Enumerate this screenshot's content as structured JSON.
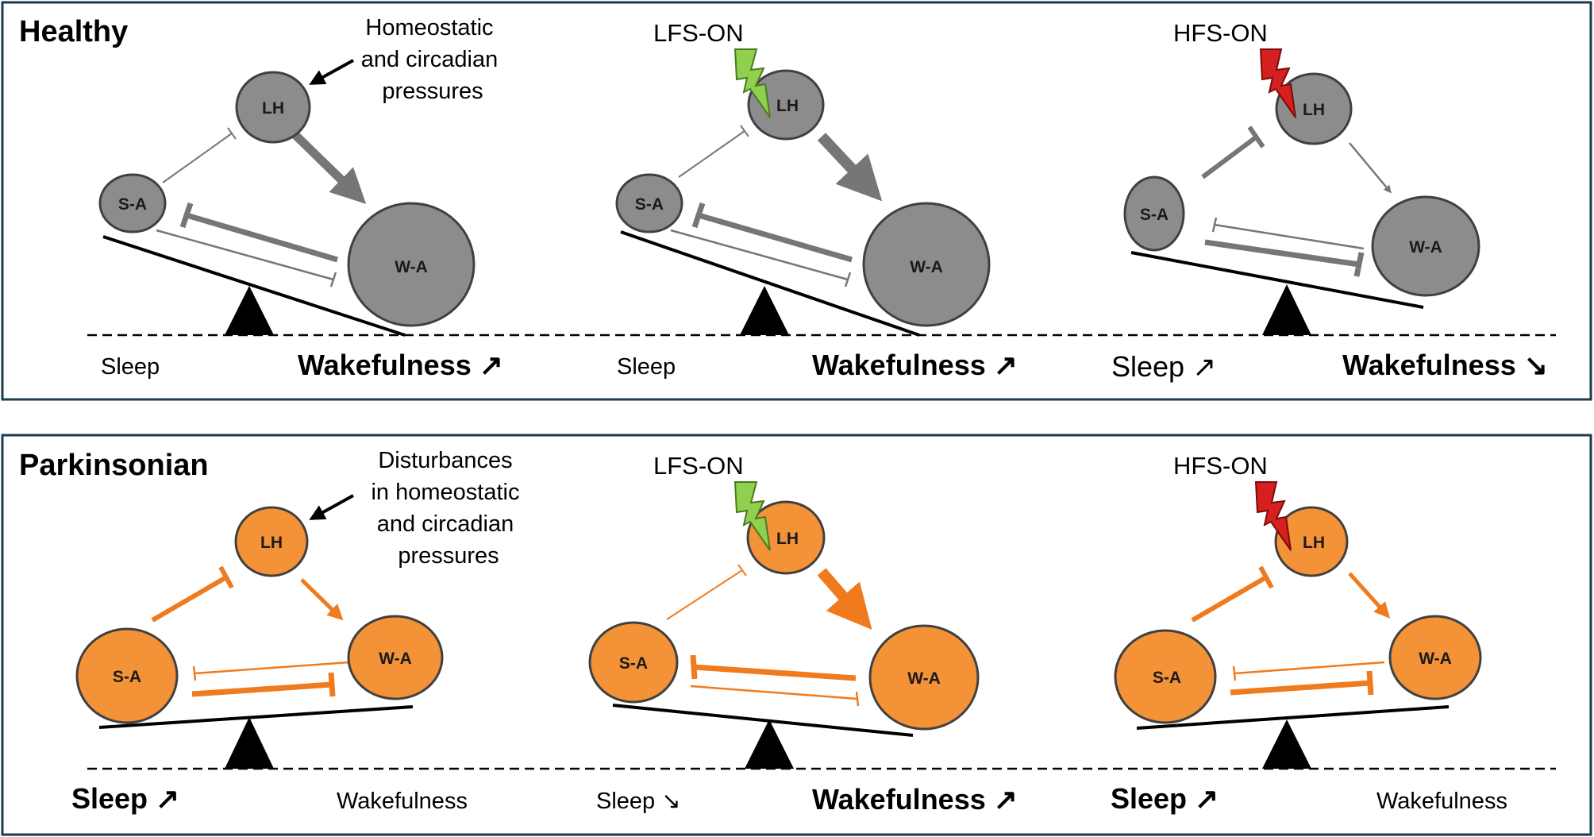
{
  "panels": [
    {
      "title": "Healthy",
      "scenarios": [
        {
          "stimulation": "",
          "annotation": [
            "Homeostatic",
            "and circadian",
            "pressures"
          ],
          "node_labels": {
            "lh": "LH",
            "sa": "S-A",
            "wa": "W-A"
          },
          "sleep_label": "Sleep",
          "wake_label": "Wakefulness ↗"
        },
        {
          "stimulation": "LFS-ON",
          "annotation": [],
          "node_labels": {
            "lh": "LH",
            "sa": "S-A",
            "wa": "W-A"
          },
          "sleep_label": "Sleep",
          "wake_label": "Wakefulness ↗"
        },
        {
          "stimulation": "HFS-ON",
          "annotation": [],
          "node_labels": {
            "lh": "LH",
            "sa": "S-A",
            "wa": "W-A"
          },
          "sleep_label": "Sleep ↗",
          "wake_label": "Wakefulness ↘"
        }
      ]
    },
    {
      "title": "Parkinsonian",
      "scenarios": [
        {
          "stimulation": "",
          "annotation": [
            "Disturbances",
            "in homeostatic",
            "and circadian",
            "pressures"
          ],
          "node_labels": {
            "lh": "LH",
            "sa": "S-A",
            "wa": "W-A"
          },
          "sleep_label": "Sleep ↗",
          "wake_label": "Wakefulness"
        },
        {
          "stimulation": "LFS-ON",
          "annotation": [],
          "node_labels": {
            "lh": "LH",
            "sa": "S-A",
            "wa": "W-A"
          },
          "sleep_label": "Sleep ↘",
          "wake_label": "Wakefulness ↗"
        },
        {
          "stimulation": "HFS-ON",
          "annotation": [],
          "node_labels": {
            "lh": "LH",
            "sa": "S-A",
            "wa": "W-A"
          },
          "sleep_label": "Sleep ↗",
          "wake_label": "Wakefulness"
        }
      ]
    }
  ],
  "colors": {
    "healthy_node": "#8c8c8c",
    "healthy_link": "#767676",
    "parkinsonian_node": "#f39237",
    "parkinsonian_link": "#f07b1e",
    "lfs_bolt": "#8fd14f",
    "hfs_bolt": "#d61f1f",
    "frame": "#1b3a4b"
  }
}
